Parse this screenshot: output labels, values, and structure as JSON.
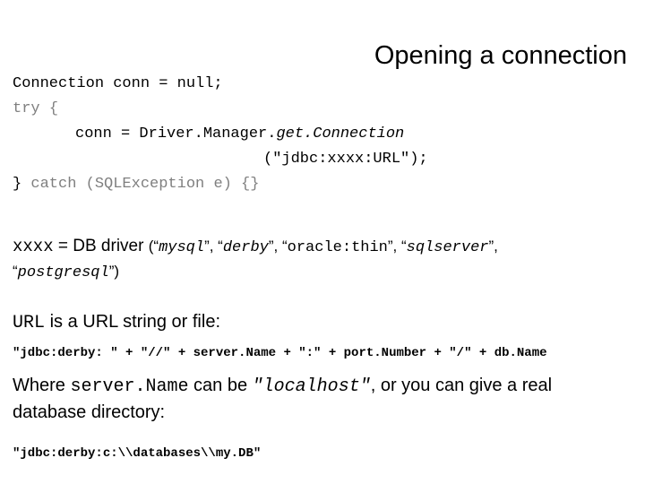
{
  "slide": {
    "title": "Opening a connection",
    "code": {
      "line1_a": "Connection conn = null;",
      "line2_a": "try",
      "line2_b": "{",
      "line3_a": "conn = Driver.Manager.",
      "line3_b": "get.Connection",
      "line4_a": "(\"jdbc:xxxx:URL\");",
      "line5_a": "}",
      "line5_b": "catch (SQLException e) {}"
    },
    "driver_line": {
      "prefix": "xxxx",
      "equals": " = DB driver ",
      "open": "(“",
      "d1": "mysql",
      "sep1": "”, “",
      "d2": "derby",
      "sep2": "”, “",
      "d3": "oracle:thin",
      "sep3": "”, “",
      "d4": "sqlserver",
      "sep4": "”,",
      "d5": "postgresql",
      "close": "”)",
      "quote_open": "“"
    },
    "url_line": {
      "term": "URL",
      "rest": " is a URL string or file:"
    },
    "jdbc_expression": "\"jdbc:derby: \" + \"//\" + server.Name + \":\" + port.Number + \"/\" + db.Name",
    "where_line": {
      "a": "Where ",
      "b": "server.Name",
      "c": " can be ",
      "d": "\"localhost\"",
      "e": ", or you can give a real",
      "f": "database directory:"
    },
    "last_line": "\"jdbc:derby:c:\\\\databases\\\\my.DB\""
  }
}
